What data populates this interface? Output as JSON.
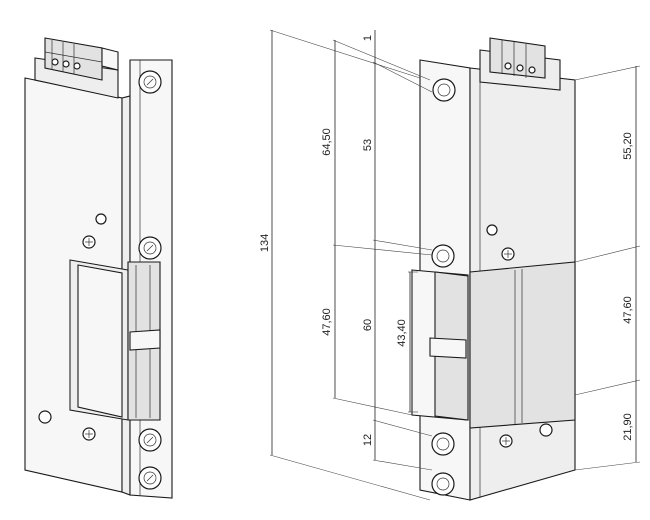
{
  "dimensions": {
    "total_height": "134",
    "upper_section": "64,50",
    "upper_inner": "53",
    "lower_section_left": "47,60",
    "body_height": "60",
    "strike_opening": "43,40",
    "bottom_offset": "12",
    "top_right": "55,20",
    "lower_section_right": "47,60",
    "bottom_right": "21,90",
    "top_small": "1"
  }
}
